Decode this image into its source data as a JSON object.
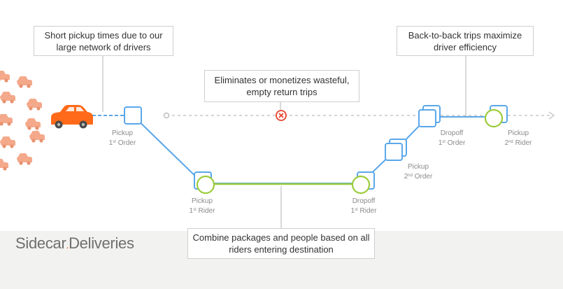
{
  "callouts": {
    "pickup_times": "Short pickup times due to our large network of drivers",
    "back_to_back": "Back-to-back trips maximize driver efficiency",
    "return_trips": "Eliminates or monetizes wasteful, empty return trips",
    "combine": "Combine packages and people based on all riders entering destination"
  },
  "labels": {
    "pickup_1st_order": {
      "line1": "Pickup",
      "ord": "1",
      "sup": "st",
      "word": "Order"
    },
    "pickup_1st_rider": {
      "line1": "Pickup",
      "ord": "1",
      "sup": "st",
      "word": "Rider"
    },
    "dropoff_1st_rider": {
      "line1": "Dropoff",
      "ord": "1",
      "sup": "st",
      "word": "Rider"
    },
    "pickup_2nd_order": {
      "line1": "Pickup",
      "ord": "2",
      "sup": "nd",
      "word": "Order"
    },
    "dropoff_1st_order": {
      "line1": "Dropoff",
      "ord": "1",
      "sup": "st",
      "word": "Order"
    },
    "pickup_2nd_rider": {
      "line1": "Pickup",
      "ord": "2",
      "sup": "nd",
      "word": "Rider"
    }
  },
  "brand": {
    "name": "Sidecar",
    "product": "Deliveries"
  },
  "colors": {
    "route_blue": "#5aa7ea",
    "rider_green": "#9ccc3c",
    "car_orange": "#ff6a1a",
    "small_car": "#f4a98a",
    "cancel_red": "#e8432c",
    "dotted_grey": "#c9c9c9"
  }
}
